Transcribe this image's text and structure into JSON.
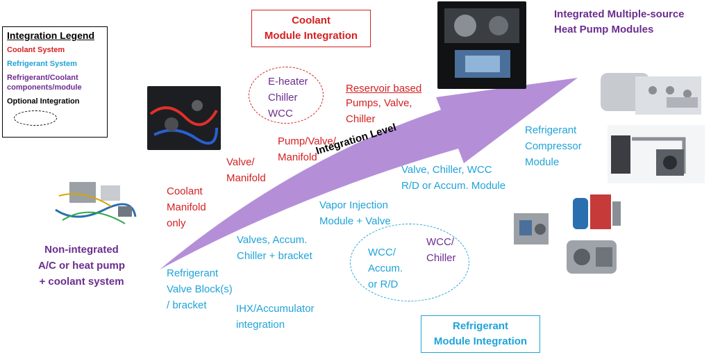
{
  "legend": {
    "title": "Integration Legend",
    "coolant": "Coolant System",
    "refrigerant": "Refrigerant System",
    "both": "Refrigerant/Coolant components/module",
    "optional": "Optional Integration"
  },
  "headers": {
    "coolant_module": "Coolant\nModule Integration",
    "refrigerant_module": "Refrigerant\nModule Integration",
    "heat_pump_modules": "Integrated Multiple-source\nHeat Pump Modules",
    "non_integrated": "Non-integrated\nA/C or heat pump\n+  coolant system"
  },
  "arrow_label": "Integration Level",
  "coolant_stages": {
    "manifold_only": "Coolant\nManifold\nonly",
    "valve_manifold": "Valve/\nManifold",
    "pump_valve_manifold": "Pump/Valve/\nManifold",
    "reservoir_title": "Reservoir based",
    "reservoir_items": "Pumps, Valve,\nChiller",
    "optional_heater": "E-heater\nChiller\nWCC"
  },
  "refrigerant_stages": {
    "valve_block": "Refrigerant\nValve Block(s)\n/ bracket",
    "ihx": "IHX/Accumulator\nintegration",
    "valves_accum": "Valves, Accum.\nChiller + bracket",
    "vapor_injection": "Vapor Injection\nModule + Valve",
    "valve_chiller_wcc": "Valve, Chiller, WCC\nR/D or Accum. Module",
    "compressor_module": "Refrigerant\nCompressor\nModule",
    "optional_wcc": "WCC/\nAccum.\nor R/D",
    "wcc_chiller": "WCC/\nChiller"
  },
  "colors": {
    "coolant": "#d42020",
    "refrigerant": "#1fa3d8",
    "combined": "#6b2d8f",
    "arrow": "#b48fd8"
  }
}
